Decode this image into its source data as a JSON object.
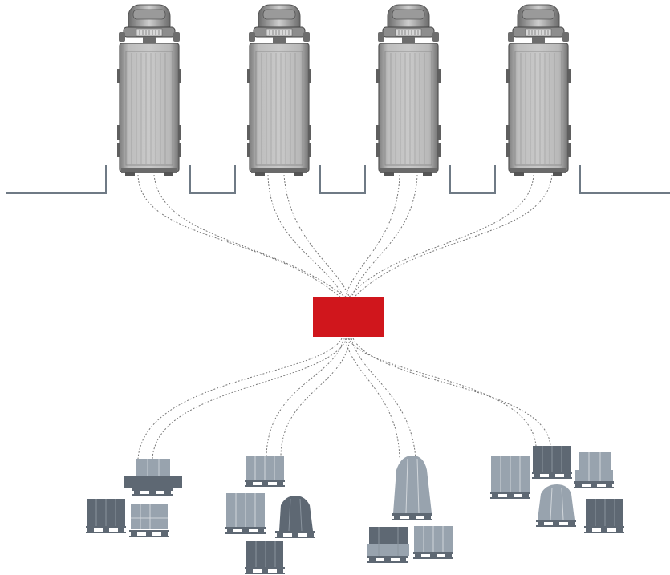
{
  "diagram": {
    "description_visible_text": "",
    "trucks": [
      {
        "id": "truck-1"
      },
      {
        "id": "truck-2"
      },
      {
        "id": "truck-3"
      },
      {
        "id": "truck-4"
      }
    ],
    "hub": {
      "color": "#D0161C"
    },
    "pallet_groups": [
      {
        "id": "group-1",
        "count": 3
      },
      {
        "id": "group-2",
        "count": 4
      },
      {
        "id": "group-3",
        "count": 3
      },
      {
        "id": "group-4",
        "count": 5
      }
    ],
    "colors": {
      "truck_body": "#A8A8A8",
      "dock_line": "#6F7A85",
      "connector": "#777777",
      "pallet_dark": "#5E6873",
      "pallet_light": "#98A3AE",
      "hub": "#D0161C"
    }
  }
}
